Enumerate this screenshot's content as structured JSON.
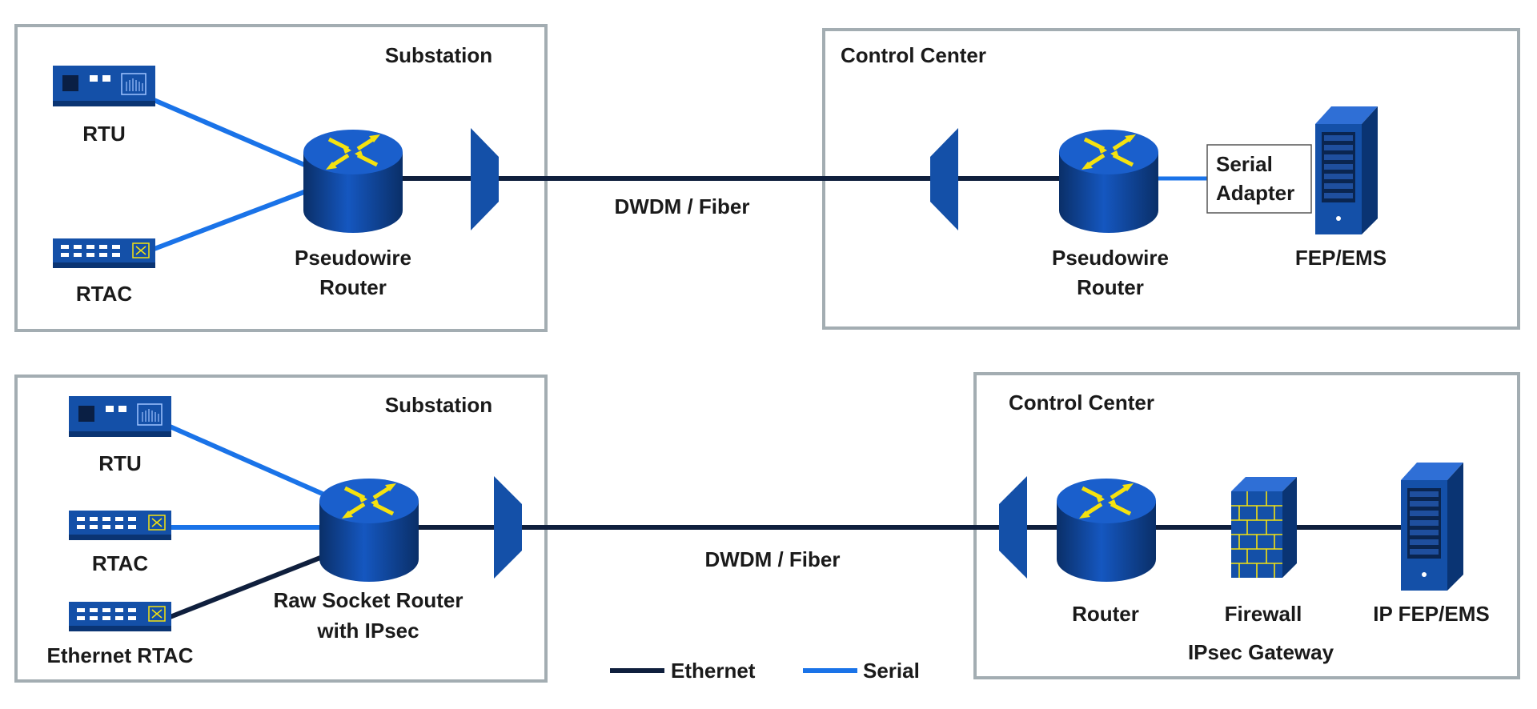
{
  "top": {
    "substation_title": "Substation",
    "control_center_title": "Control Center",
    "rtu_label": "RTU",
    "rtac_label": "RTAC",
    "router_label_line1": "Pseudowire",
    "router_label_line2": "Router",
    "link_label": "DWDM / Fiber",
    "cc_router_label_line1": "Pseudowire",
    "cc_router_label_line2": "Router",
    "serial_adapter_line1": "Serial",
    "serial_adapter_line2": "Adapter",
    "server_label": "FEP/EMS"
  },
  "bottom": {
    "substation_title": "Substation",
    "control_center_title": "Control Center",
    "rtu_label": "RTU",
    "rtac_label": "RTAC",
    "eth_rtac_label": "Ethernet RTAC",
    "router_label_line1": "Raw Socket Router",
    "router_label_line2": "with IPsec",
    "link_label": "DWDM / Fiber",
    "cc_router_label": "Router",
    "firewall_label": "Firewall",
    "server_label": "IP FEP/EMS",
    "gateway_label": "IPsec Gateway"
  },
  "legend": {
    "ethernet_label": "Ethernet",
    "serial_label": "Serial"
  },
  "colors": {
    "ethernet": "#0f1f3d",
    "serial": "#1a73e8",
    "device_blue": "#1450a8",
    "device_dark": "#0a3473",
    "arrow_yellow": "#f5e20f",
    "box_border": "#a3adb2"
  }
}
